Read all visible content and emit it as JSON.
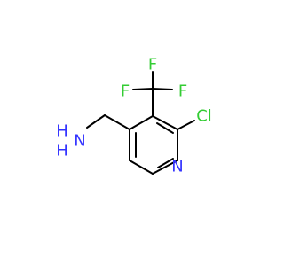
{
  "molecule": {
    "atoms": {
      "f_top": {
        "label": "F",
        "color": "#33cc33"
      },
      "f_left": {
        "label": "F",
        "color": "#33cc33"
      },
      "f_right": {
        "label": "F",
        "color": "#33cc33"
      },
      "cl": {
        "label": "Cl",
        "color": "#33cc33"
      },
      "n": {
        "label": "N",
        "color": "#3333ff"
      },
      "nh2_h2": {
        "label": "H",
        "color": "#3333ff"
      },
      "nh2_n": {
        "label": "N",
        "color": "#3333ff"
      }
    },
    "bond_color": "#000000"
  }
}
